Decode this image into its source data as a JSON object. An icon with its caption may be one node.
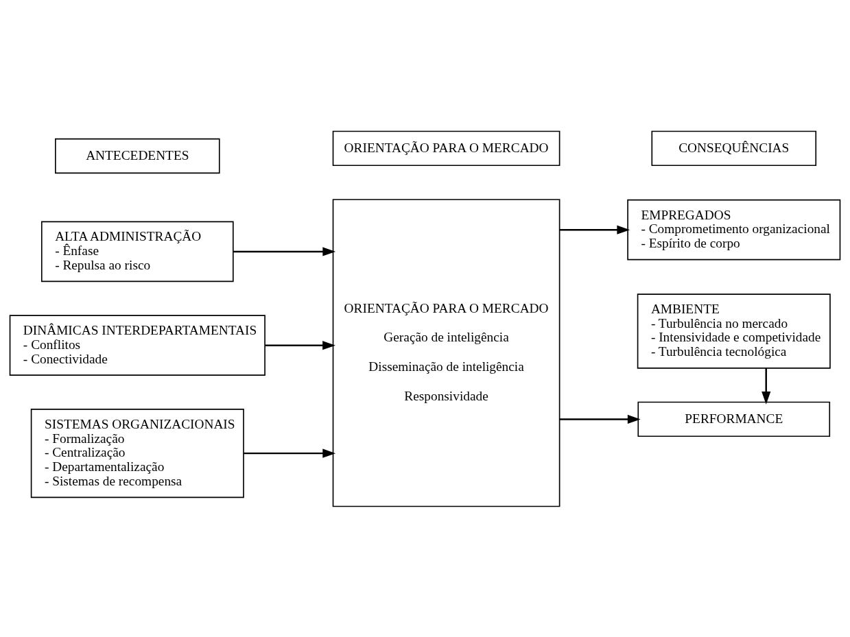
{
  "diagram": {
    "nodes": [
      {
        "text": [
          "ANTECEDENTES"
        ]
      },
      {
        "text": [
          "ORIENTAÇÃO PARA O MERCADO"
        ]
      },
      {
        "text": [
          "CONSEQUÊNCIAS"
        ]
      },
      {
        "text": [
          "ALTA ADMINISTRAÇÃO",
          "- Ênfase",
          "- Repulsa ao risco"
        ]
      },
      {
        "text": [
          "DINÂMICAS INTERDEPARTAMENTAIS",
          "- Conflitos",
          "- Conectividade"
        ]
      },
      {
        "text": [
          "SISTEMAS ORGANIZACIONAIS",
          "- Formalização",
          "- Centralização",
          "- Departamentalização",
          "- Sistemas de recompensa"
        ]
      },
      {
        "text": [
          "ORIENTAÇÃO PARA O MERCADO",
          "Geração de inteligência",
          "Disseminação de inteligência",
          "Responsividade"
        ]
      },
      {
        "text": [
          "EMPREGADOS",
          "- Comprometimento organizacional",
          "- Espírito de corpo"
        ]
      },
      {
        "text": [
          "AMBIENTE",
          "- Turbulência no mercado",
          "- Intensividade e competividade",
          "- Turbulência tecnológica"
        ]
      },
      {
        "text": [
          "PERFORMANCE"
        ]
      }
    ],
    "edges": [
      {
        "from": 3,
        "to": 6,
        "arrow": "to"
      },
      {
        "from": 4,
        "to": 6,
        "arrow": "to"
      },
      {
        "from": 5,
        "to": 6,
        "arrow": "to"
      },
      {
        "from": 6,
        "to": 7,
        "arrow": "to"
      },
      {
        "from": 6,
        "to": 9,
        "arrow": "to"
      },
      {
        "from": 8,
        "to": 9,
        "arrow": "to"
      }
    ]
  }
}
